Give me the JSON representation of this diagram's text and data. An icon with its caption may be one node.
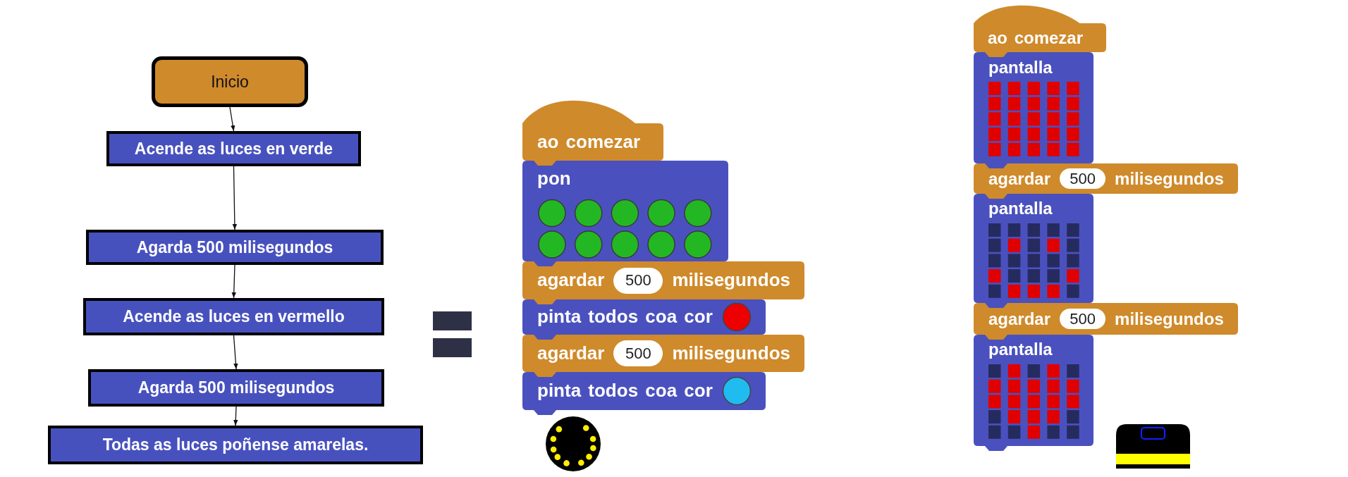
{
  "diagram": {
    "nodes": [
      {
        "text": [
          "Inicio"
        ]
      },
      {
        "text": [
          "Acende as luces en verde"
        ]
      },
      {
        "text": [
          "Agarda 500 milisegundos"
        ]
      },
      {
        "text": [
          "Acende as luces en vermello"
        ]
      },
      {
        "text": [
          "Agarda 500 milisegundos"
        ]
      },
      {
        "text": [
          "Todas as luces poñense amarelas."
        ]
      },
      {
        "text": [
          "ao comezar"
        ]
      },
      {
        "text": [
          "pon"
        ]
      },
      {
        "text": [
          "agardar",
          "milisegundos"
        ]
      },
      {
        "text": [
          "500"
        ],
        "in": 8
      },
      {
        "text": [
          "pinta todos coa cor"
        ]
      },
      {
        "text": [
          "agardar",
          "milisegundos"
        ]
      },
      {
        "text": [
          "500"
        ],
        "in": 11
      },
      {
        "text": [
          "pinta todos coa cor"
        ]
      },
      {
        "text": [
          "ao comezar"
        ]
      },
      {
        "text": [
          "pantalla"
        ]
      },
      {
        "text": [
          "agardar",
          "milisegundos"
        ]
      },
      {
        "text": [
          "500"
        ],
        "in": 16
      },
      {
        "text": [
          "pantalla"
        ]
      },
      {
        "text": [
          "agardar",
          "milisegundos"
        ]
      },
      {
        "text": [
          "500"
        ],
        "in": 19
      },
      {
        "text": [
          "pantalla"
        ]
      }
    ],
    "edges": [
      {
        "from": 0,
        "to": 1,
        "arrow": "to"
      },
      {
        "from": 1,
        "to": 2,
        "arrow": "to"
      },
      {
        "from": 2,
        "to": 3,
        "arrow": "to"
      },
      {
        "from": 3,
        "to": 4,
        "arrow": "to"
      },
      {
        "from": 4,
        "to": 5,
        "arrow": "to"
      }
    ]
  }
}
